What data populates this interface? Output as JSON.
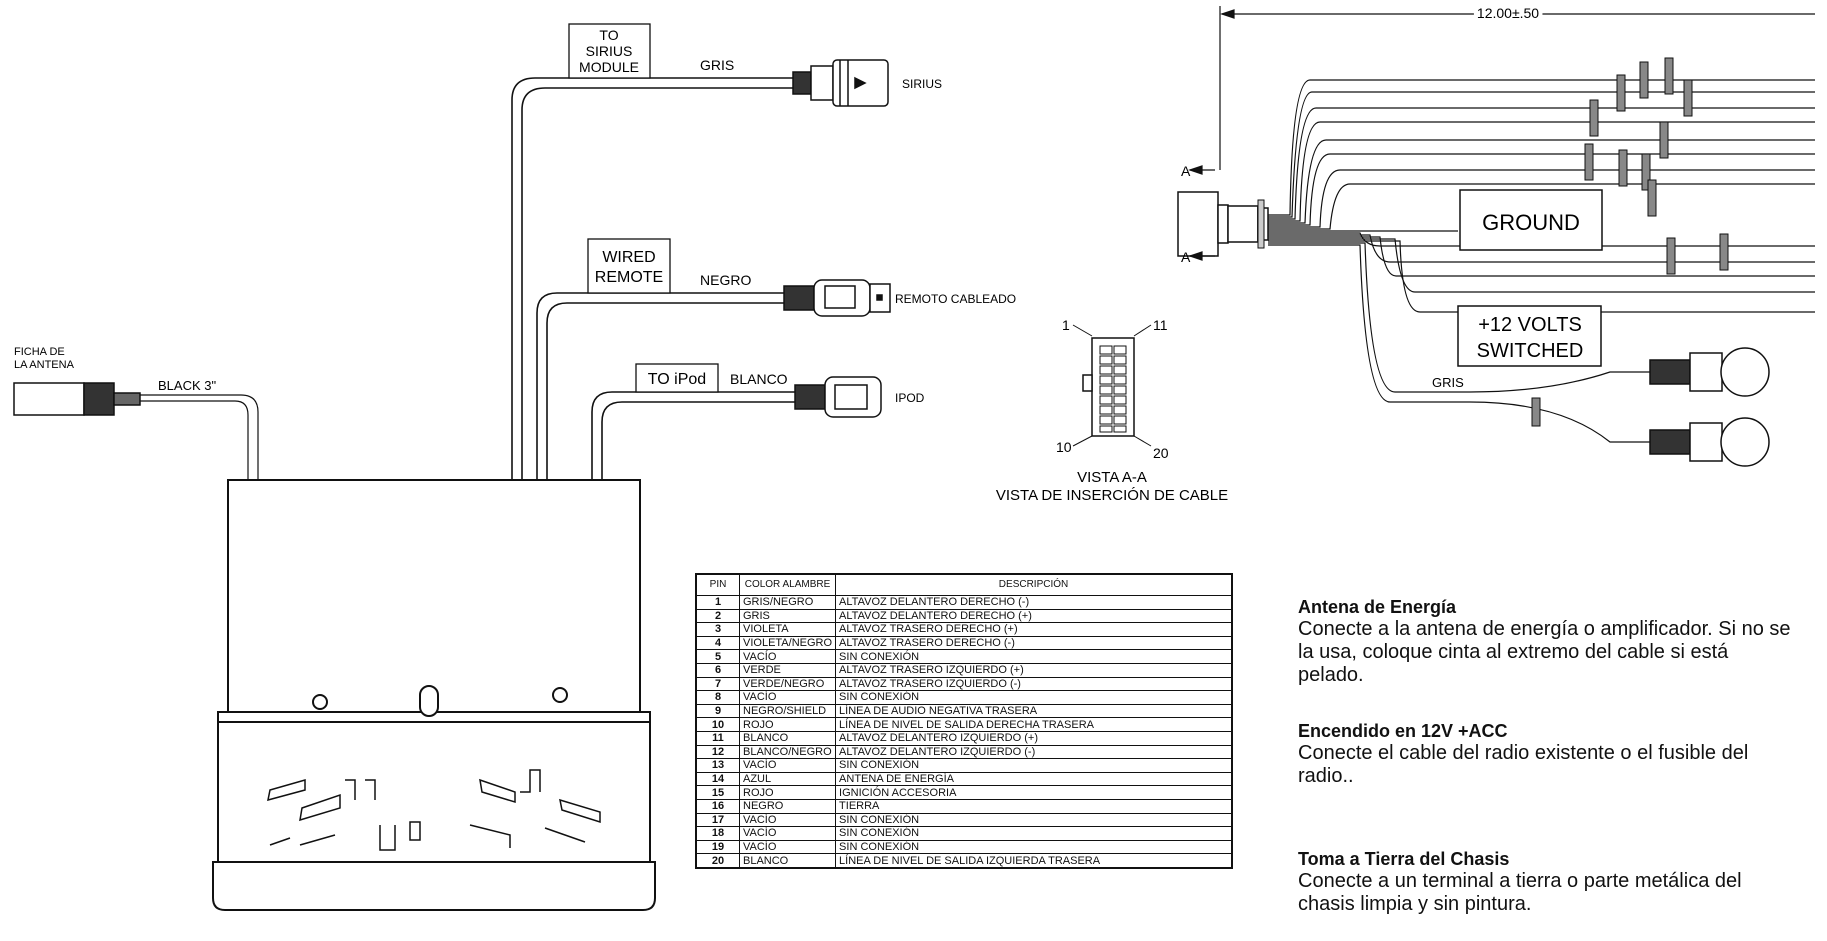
{
  "labels": {
    "to_sirius_module": [
      "TO",
      "SIRIUS",
      "MODULE"
    ],
    "gris_top": "GRIS",
    "sirius": "SIRIUS",
    "wired_remote": [
      "WIRED",
      "REMOTE"
    ],
    "negro": "NEGRO",
    "remoto_cableado": "REMOTO CABLEADO",
    "to_ipod": "TO iPod",
    "blanco": "BLANCO",
    "ipod": "IPOD",
    "ficha_de_la_antena": [
      "FICHA DE",
      "LA ANTENA"
    ],
    "black_3": "BLACK 3\"",
    "dimension": "12.00±.50",
    "section_a": "A",
    "ground": "GROUND",
    "volts_switched": [
      "+12  VOLTS",
      "SWITCHED"
    ],
    "gris_harness": "GRIS",
    "pin_1": "1",
    "pin_11": "11",
    "pin_10": "10",
    "pin_20": "20",
    "vista_aa": "VISTA A-A",
    "vista_insercion": "VISTA DE INSERCIÓN DE CABLE"
  },
  "table": {
    "headers": [
      "PIN",
      "COLOR ALAMBRE",
      "DESCRIPCIÓN"
    ],
    "rows": [
      [
        "1",
        "GRIS/NEGRO",
        "ALTAVOZ DELANTERO DERECHO (-)"
      ],
      [
        "2",
        "GRIS",
        "ALTAVOZ DELANTERO DERECHO (+)"
      ],
      [
        "3",
        "VIOLETA",
        "ALTAVOZ TRASERO DERECHO (+)"
      ],
      [
        "4",
        "VIOLETA/NEGRO",
        "ALTAVOZ TRASERO DERECHO (-)"
      ],
      [
        "5",
        "VACÍO",
        "SIN CONEXIÓN"
      ],
      [
        "6",
        "VERDE",
        "ALTAVOZ TRASERO IZQUIERDO (+)"
      ],
      [
        "7",
        "VERDE/NEGRO",
        "ALTAVOZ TRASERO IZQUIERDO (-)"
      ],
      [
        "8",
        "VACÍO",
        "SIN CONEXIÓN"
      ],
      [
        "9",
        "NEGRO/SHIELD",
        "LÍNEA DE AUDIO NEGATIVA TRASERA"
      ],
      [
        "10",
        "ROJO",
        "LÍNEA DE NIVEL DE SALIDA DERECHA TRASERA"
      ],
      [
        "11",
        "BLANCO",
        "ALTAVOZ DELANTERO IZQUIERDO (+)"
      ],
      [
        "12",
        "BLANCO/NEGRO",
        "ALTAVOZ DELANTERO IZQUIERDO (-)"
      ],
      [
        "13",
        "VACÍO",
        "SIN CONEXIÓN"
      ],
      [
        "14",
        "AZUL",
        "ANTENA DE ENERGÍA"
      ],
      [
        "15",
        "ROJO",
        "IGNICIÓN ACCESORIA"
      ],
      [
        "16",
        "NEGRO",
        "TIERRA"
      ],
      [
        "17",
        "VACÍO",
        "SIN CONEXIÓN"
      ],
      [
        "18",
        "VACÍO",
        "SIN CONEXIÓN"
      ],
      [
        "19",
        "VACÍO",
        "SIN CONEXIÓN"
      ],
      [
        "20",
        "BLANCO",
        "LÍNEA DE NIVEL DE SALIDA IZQUIERDA TRASERA"
      ]
    ]
  },
  "notes": [
    {
      "title": "Antena de Energía",
      "body": "Conecte a la antena de energía o amplificador. Si no se la usa, coloque cinta al extremo del cable si está pelado."
    },
    {
      "title": "Encendido en 12V +ACC",
      "body": "Conecte el cable del radio existente o el fusible del radio.."
    },
    {
      "title": "Toma a Tierra del Chasis",
      "body": "Conecte a un terminal a tierra o parte metálica del chasis limpia y sin pintura."
    }
  ]
}
